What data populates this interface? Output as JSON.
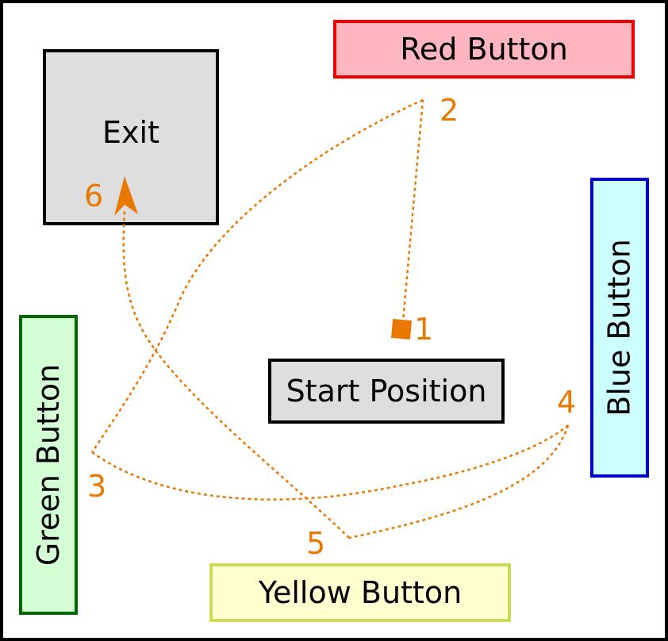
{
  "boxes": {
    "exit": {
      "label": "Exit"
    },
    "red_button": {
      "label": "Red Button",
      "fill": "#ffb6c1",
      "border": "#ee0000"
    },
    "start_position": {
      "label": "Start Position"
    },
    "yellow_button": {
      "label": "Yellow Button",
      "fill": "#ffffd0",
      "border": "#c8dc55"
    },
    "green_button": {
      "label": "Green Button",
      "fill": "#d4ffd4",
      "border": "#006a00"
    },
    "blue_button": {
      "label": "Blue Button",
      "fill": "#ccffff",
      "border": "#0000cc"
    }
  },
  "route": {
    "color": "#e87800",
    "style": "dotted",
    "steps": [
      "1",
      "2",
      "3",
      "4",
      "5",
      "6"
    ]
  }
}
